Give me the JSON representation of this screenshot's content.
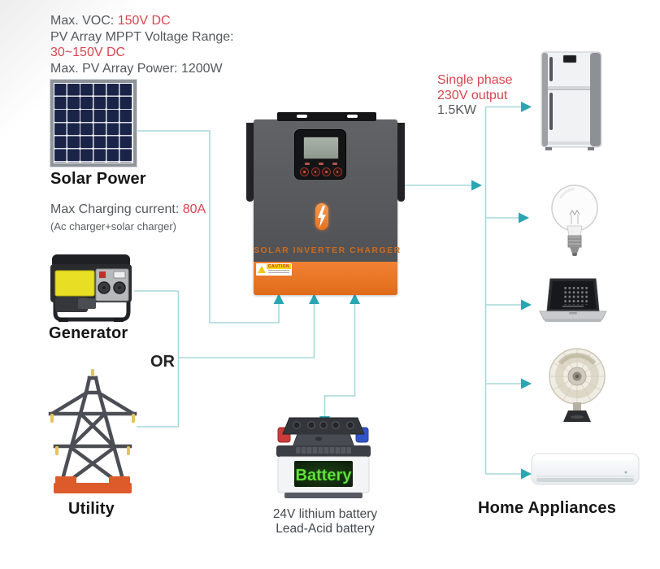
{
  "colors": {
    "accent_red": "#d9454f",
    "text_gray": "#55585c",
    "label_black": "#161616",
    "wire_line": "#a7d8da",
    "wire_arrow": "#2aa6b2",
    "inverter_orange": "#ee7a26",
    "utility_base_orange": "#dd5b2b",
    "generator_yellow": "#e8df25",
    "battery_green": "#68e63e"
  },
  "pv_specs": {
    "voc_label": "Max. VOC: ",
    "voc_value": "150V DC",
    "mppt_range_label": "PV Array MPPT Voltage Range:",
    "mppt_range_value": "30~150V DC",
    "array_power": "Max. PV Array Power: 1200W"
  },
  "solar": {
    "label": "Solar Power"
  },
  "charging": {
    "label": "Max Charging current: ",
    "value": "80A",
    "note": "(Ac charger+solar charger)"
  },
  "generator": {
    "label": "Generator"
  },
  "junction": {
    "or_label": "OR"
  },
  "utility": {
    "label": "Utility"
  },
  "inverter": {
    "brand_text": "SOLAR INVERTER CHARGER",
    "caution_label": "CAUTION"
  },
  "battery": {
    "label": "Battery",
    "caption_line1": "24V lithium battery",
    "caption_line2": "Lead-Acid battery"
  },
  "output": {
    "line1": "Single phase",
    "line2": "230V output",
    "line3": "1.5KW"
  },
  "appliances": {
    "label": "Home Appliances",
    "items": [
      "refrigerator",
      "light-bulb",
      "laptop",
      "table-fan",
      "air-conditioner"
    ]
  },
  "connections": [
    {
      "from": "solar-power",
      "to": "inverter"
    },
    {
      "from": "generator",
      "to": "or-junction"
    },
    {
      "from": "utility",
      "to": "or-junction"
    },
    {
      "from": "or-junction",
      "to": "inverter"
    },
    {
      "from": "battery",
      "to": "inverter",
      "bidirectional": true
    },
    {
      "from": "inverter",
      "to": "home-appliances"
    }
  ]
}
